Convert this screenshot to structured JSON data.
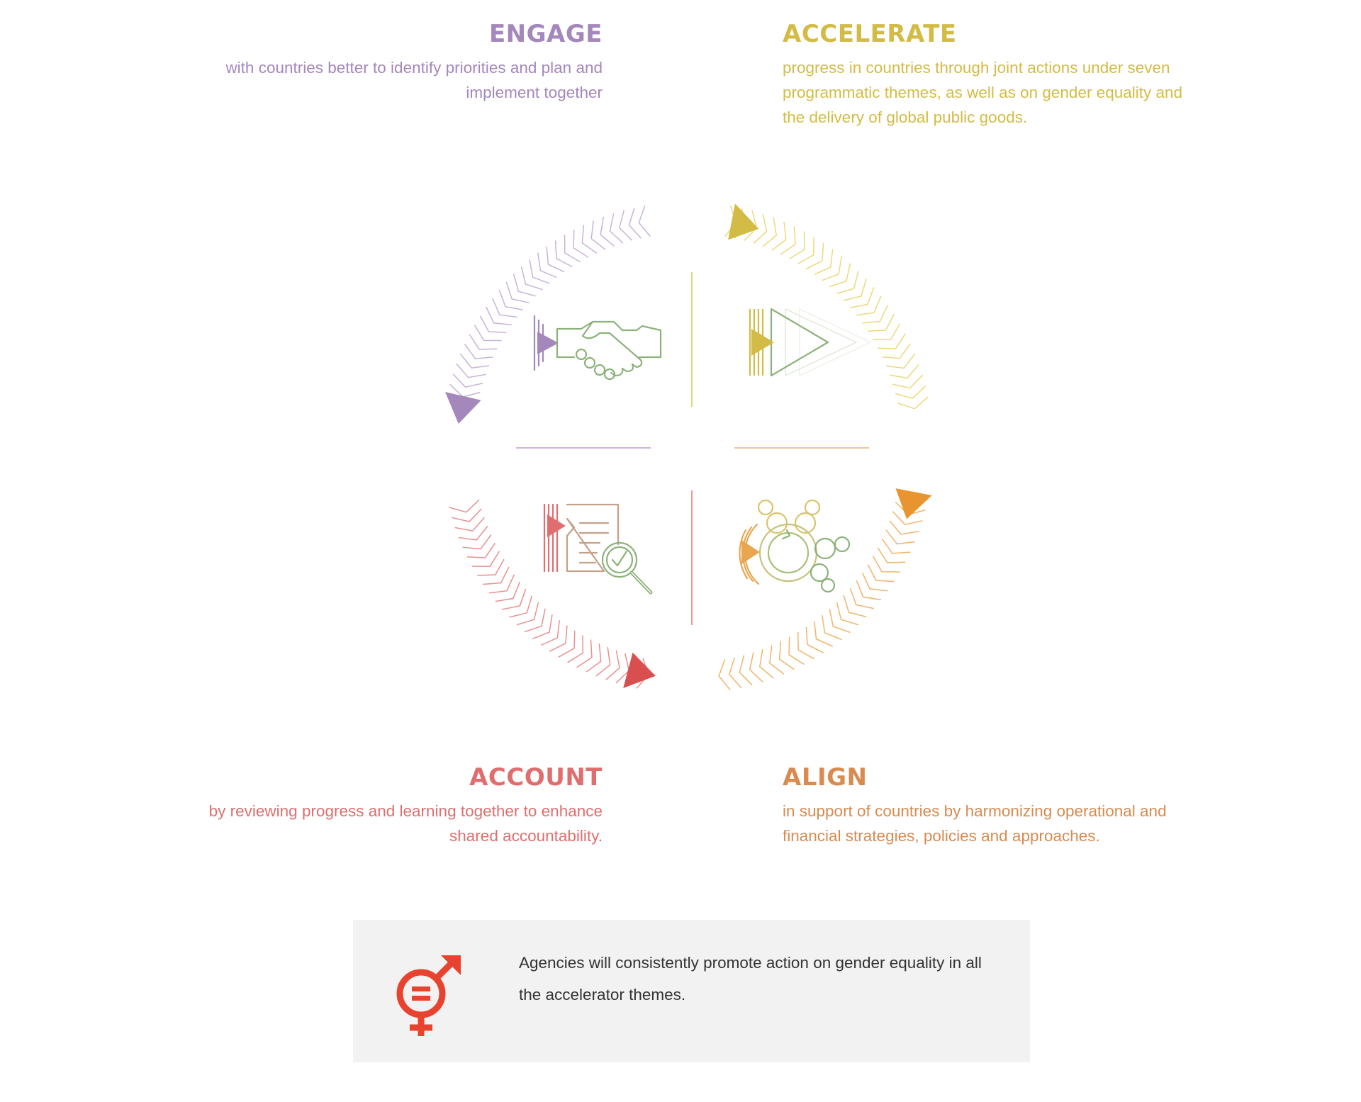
{
  "colors": {
    "engage": "#a487bb",
    "accelerate": "#d2bc46",
    "account": "#e06e6e",
    "align": "#d98a4f",
    "icon_green": "#8cb27a",
    "gender_red": "#e8432e",
    "box_background": "#f2f2f2"
  },
  "sections": {
    "engage": {
      "title": "ENGAGE",
      "description": "with countries better to identify priorities and plan and implement together"
    },
    "accelerate": {
      "title": "ACCELERATE",
      "description": "progress in countries through joint actions under seven programmatic themes, as well as on gender equality and the delivery of global public goods."
    },
    "account": {
      "title": "ACCOUNT",
      "description": "by reviewing progress and learning together to enhance shared accountability."
    },
    "align": {
      "title": "ALIGN",
      "description": "in support of countries by harmonizing operational and financial strategies, policies and approaches."
    }
  },
  "icons": {
    "engage": "handshake-icon",
    "accelerate": "fast-forward-icon",
    "account": "document-review-icon",
    "align": "gear-cycle-icon",
    "gender": "gender-equality-icon"
  },
  "gender_note": {
    "text": "Agencies will consistently promote action on gender equality in all the accelerator themes."
  }
}
